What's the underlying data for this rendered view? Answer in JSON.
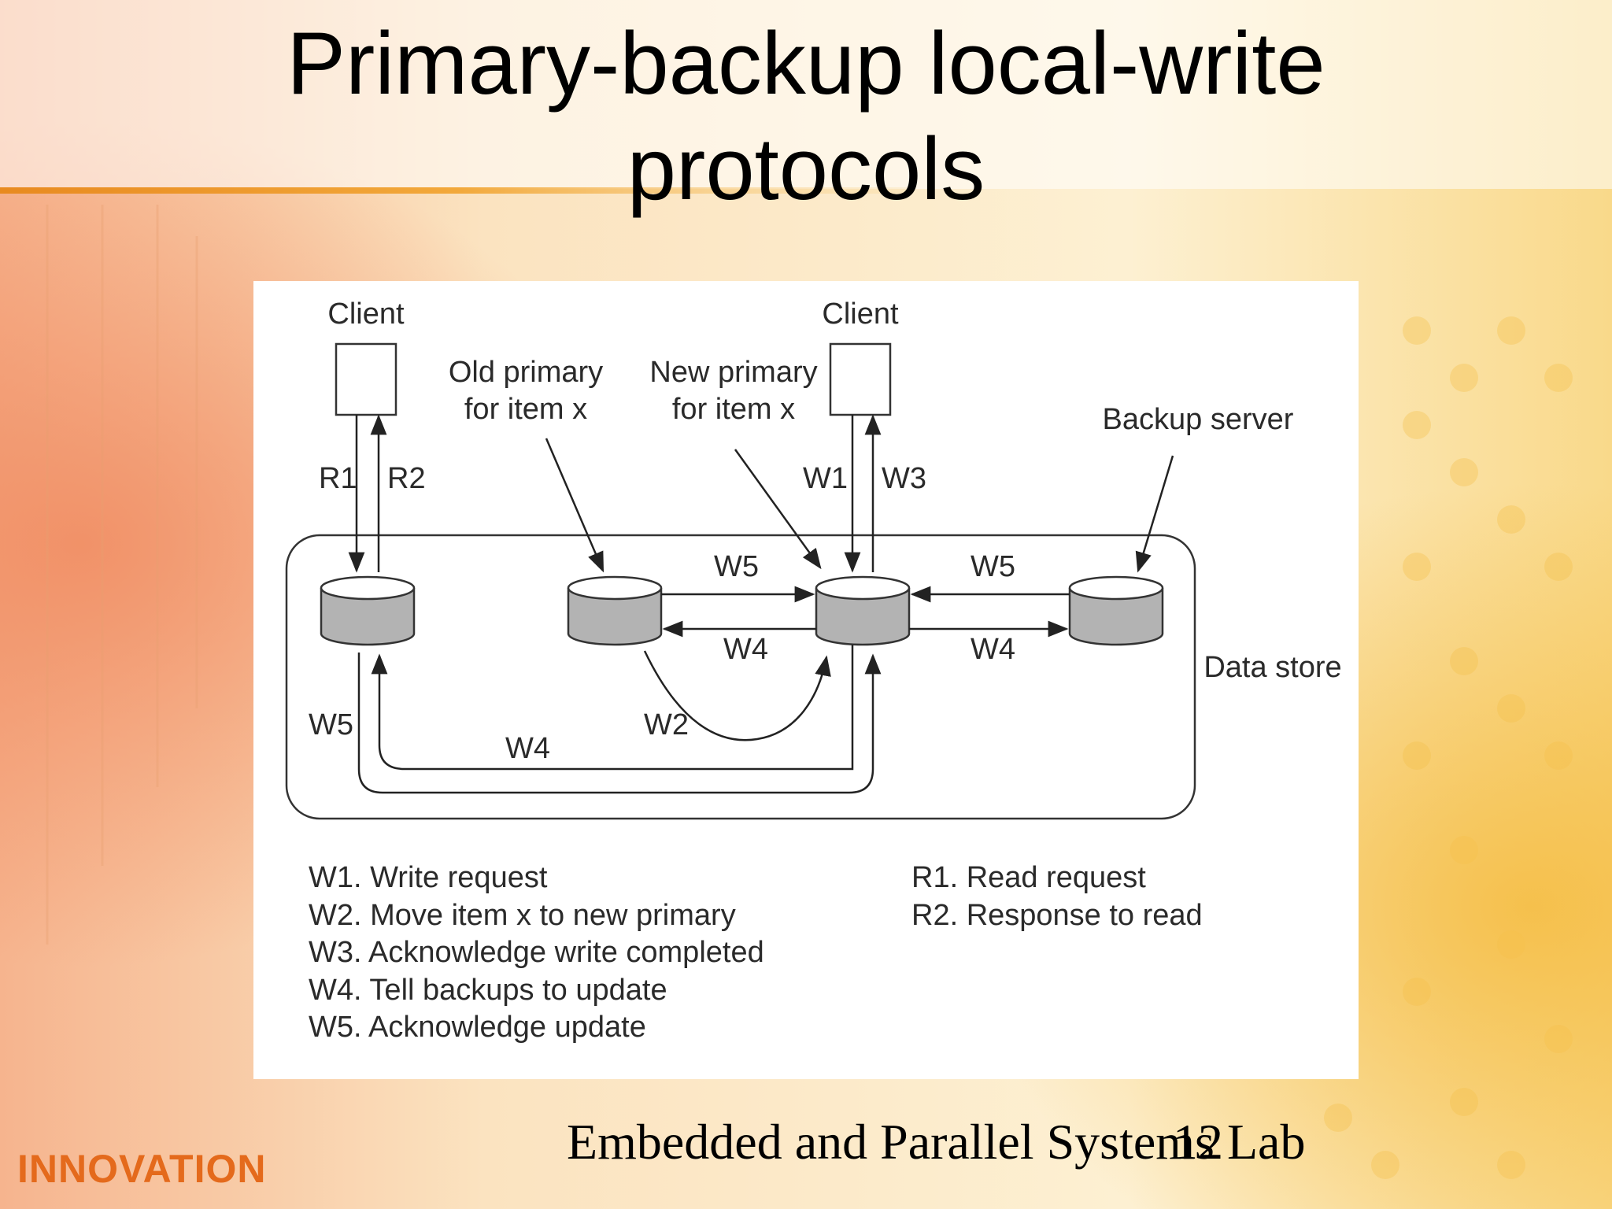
{
  "slide": {
    "title_line1": "Primary-backup local-write",
    "title_line2": "protocols",
    "footer": "Embedded and Parallel Systems Lab",
    "page_number": "12",
    "brand": "INNOVATION"
  },
  "diagram": {
    "client_left": "Client",
    "client_right": "Client",
    "old_primary_line1": "Old primary",
    "old_primary_line2": "for item x",
    "new_primary_line1": "New primary",
    "new_primary_line2": "for item x",
    "backup_server": "Backup server",
    "data_store": "Data store",
    "labels": {
      "r1": "R1",
      "r2": "R2",
      "w1_top": "W1",
      "w3_top": "W3",
      "w5_mid": "W5",
      "w4_mid": "W4",
      "w5_right": "W5",
      "w4_right": "W4",
      "w5_left": "W5",
      "w4_bottom": "W4",
      "w2": "W2"
    }
  },
  "legend": {
    "writes": [
      "W1. Write request",
      "W2. Move item x to new primary",
      "W3. Acknowledge write completed",
      "W4. Tell backups to update",
      "W5. Acknowledge update"
    ],
    "reads": [
      "R1. Read request",
      "R2. Response to read"
    ]
  },
  "colors": {
    "accent_line": "#f0a020",
    "brand": "#e46a1c",
    "cylinder_fill": "#b3b3b3"
  }
}
